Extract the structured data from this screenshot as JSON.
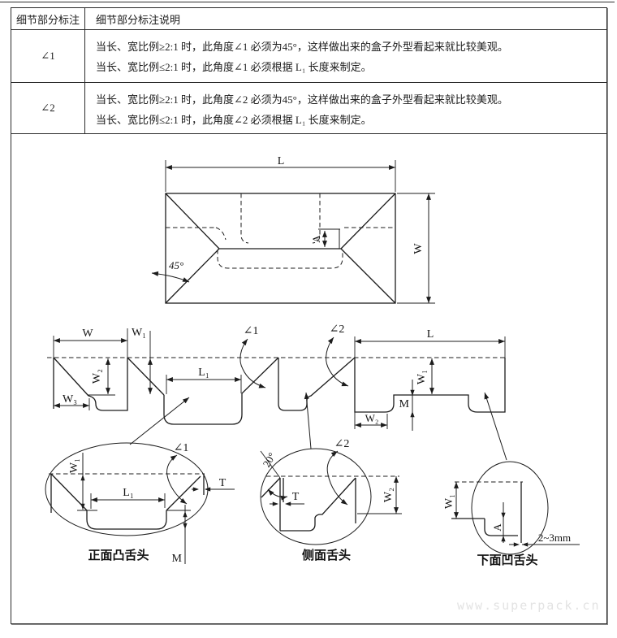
{
  "table": {
    "header": {
      "col1": "细节部分标注",
      "col2": "细节部分标注说明"
    },
    "rows": [
      {
        "label": "∠1",
        "line1": "当长、宽比例≥2:1 时，此角度∠1 必须为45°，这样做出来的盒子外型看起来就比较美观。",
        "line2": "当长、宽比例≤2:1 时，此角度∠1 必须根据 L₁ 长度来制定。"
      },
      {
        "label": "∠2",
        "line1": "当长、宽比例≥2:1 时，此角度∠2 必须为45°，这样做出来的盒子外型看起来就比较美观。",
        "line2": "当长、宽比例≤2:1 时，此角度∠2 必须根据 L₁ 长度来制定。"
      }
    ]
  },
  "diagram": {
    "top_view": {
      "length_label": "L",
      "width_label": "W",
      "tongue_depth_label": "A",
      "angle_label": "45°"
    },
    "profile": {
      "w": "W",
      "w1": "W₁",
      "w2": "W₂",
      "w3": "W₃",
      "l1": "L₁",
      "angle1": "∠1",
      "angle2": "∠2",
      "l": "L",
      "w1_right": "W₁",
      "m": "M",
      "w2_right": "W₂"
    },
    "detail_front": {
      "caption": "正面凸舌头",
      "w1": "W₁",
      "l1": "L₁",
      "angle1": "∠1",
      "t": "T",
      "m": "M"
    },
    "detail_side": {
      "caption": "侧面舌头",
      "angle20": "20°",
      "t": "T",
      "angle2": "∠2",
      "w2": "W₂"
    },
    "detail_bottom": {
      "caption": "下面凹舌头",
      "w1": "W₁",
      "a": "A",
      "gap": "2~3mm"
    }
  },
  "watermark": "www.superpack.cn",
  "colors": {
    "line": "#1c1c1c",
    "border": "#2b2b2b",
    "watermark": "#e3e3e3"
  }
}
